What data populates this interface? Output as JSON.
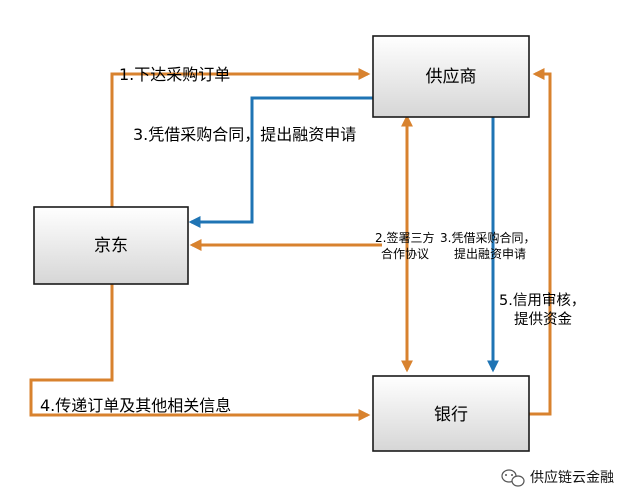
{
  "nodes": {
    "supplier": "供应商",
    "jd": "京东",
    "bank": "银行"
  },
  "edges": {
    "step1": "1.下达采购订单",
    "step3_left": "3.凭借采购合同，提出融资申请",
    "step2_line1": "2.签署三方",
    "step2_line2": "合作协议",
    "step3_mid_line1": "3.凭借采购合同，",
    "step3_mid_line2": "提出融资申请",
    "step5_line1": "5.信用审核，",
    "step5_line2": "提供资金",
    "step4": "4.传递订单及其他相关信息"
  },
  "watermark": {
    "icon": "wechat-icon",
    "text": "供应链云金融"
  },
  "colors": {
    "orange_flow": "#d8822e",
    "blue_flow": "#1f74b4",
    "box_fill_top": "#ffffff",
    "box_fill_bottom": "#d9d9d9"
  }
}
